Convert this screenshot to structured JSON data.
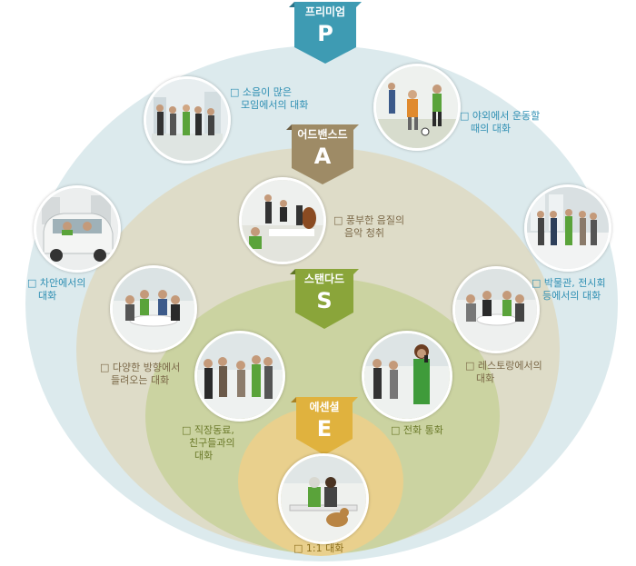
{
  "tiers": [
    {
      "id": "premium",
      "label": "프리미엄",
      "letter": "P",
      "color": "#3e9bb3"
    },
    {
      "id": "advanced",
      "label": "어드밴스드",
      "letter": "A",
      "color": "#9e8b66"
    },
    {
      "id": "standard",
      "label": "스탠다드",
      "letter": "S",
      "color": "#8aa53a"
    },
    {
      "id": "essential",
      "label": "에센셜",
      "letter": "E",
      "color": "#e0b23e"
    }
  ],
  "situations": {
    "noisy_gathering": [
      "□ 소음이 많은",
      "모임에서의 대화"
    ],
    "outdoor_sports": [
      "□ 야외에서 운동할",
      "때의 대화"
    ],
    "music": [
      "□ 풍부한 음질의",
      "음악 청취"
    ],
    "car": [
      "□ 차안에서의",
      "대화"
    ],
    "museum": [
      "□ 박물관, 전시회",
      "등에서의 대화"
    ],
    "multi_direction": [
      "□ 다양한 방향에서",
      "들려오는 대화"
    ],
    "restaurant": [
      "□ 레스토랑에서의",
      "대화"
    ],
    "colleagues": [
      "□ 직장동료,",
      "친구들과의",
      "대화"
    ],
    "phone": [
      "□ 전화 통화"
    ],
    "one_on_one": [
      "□ 1:1 대화"
    ]
  }
}
